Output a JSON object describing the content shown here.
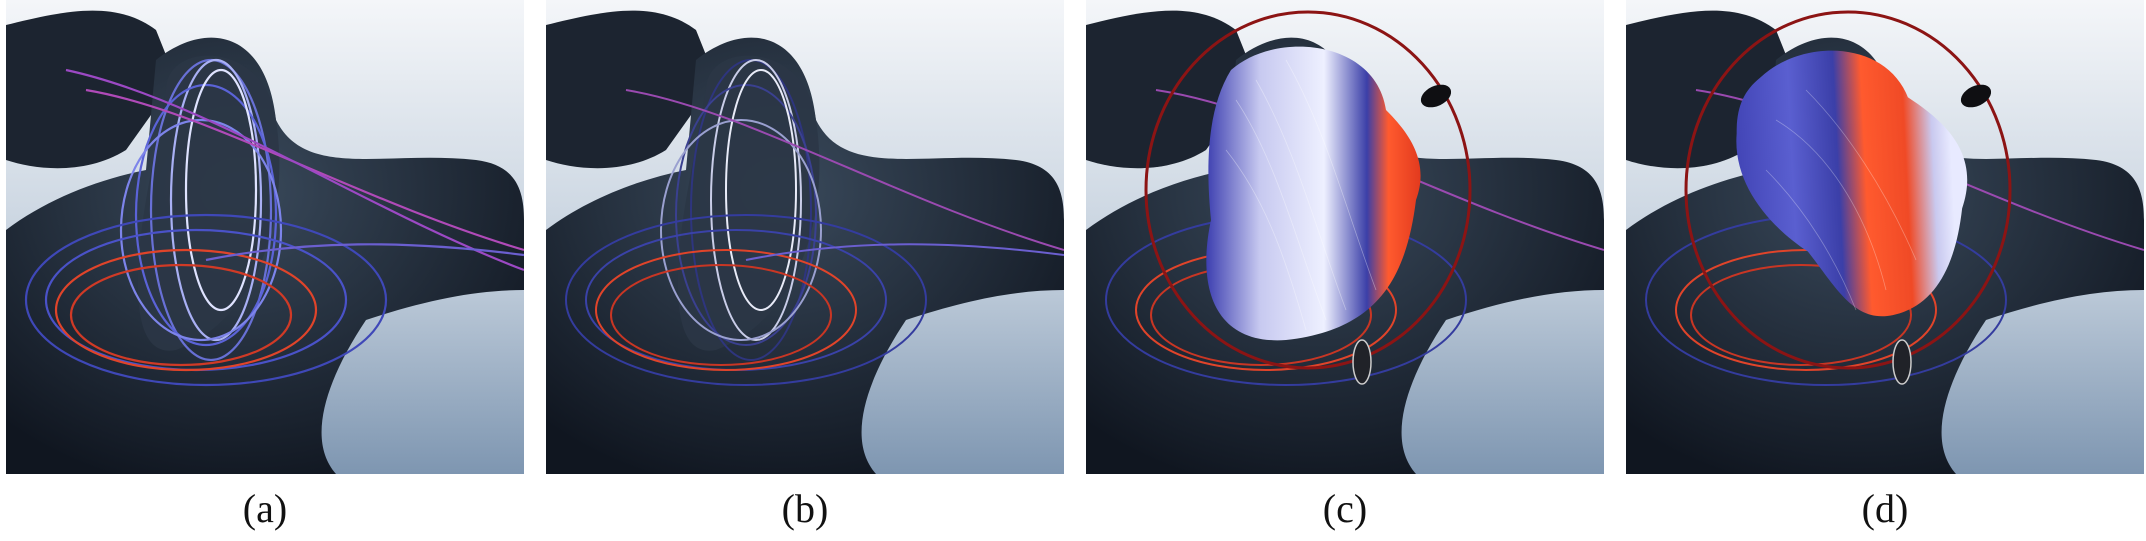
{
  "figure": {
    "panels": [
      {
        "id": "a",
        "caption": "(a)",
        "content": "streamlines-highlighted"
      },
      {
        "id": "b",
        "caption": "(b)",
        "content": "streamlines-plain"
      },
      {
        "id": "c",
        "caption": "(c)",
        "content": "surface-with-ring"
      },
      {
        "id": "d",
        "caption": "(d)",
        "content": "surface-with-ring"
      }
    ],
    "colors": {
      "background_top": "#f2f5f8",
      "background_bottom": "#7d95b0",
      "vessel": "#1d2633",
      "flow_blue": "#5b63d8",
      "flow_red": "#e0442a",
      "flow_pink": "#b04ab8",
      "ring": "#8c1414"
    }
  }
}
